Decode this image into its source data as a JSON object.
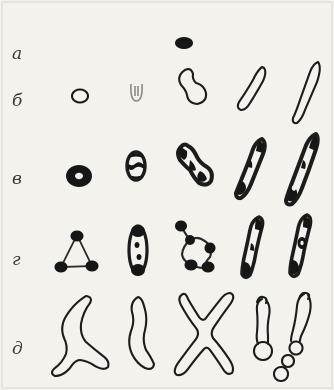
{
  "rows": [
    {
      "label": "а"
    },
    {
      "label": "б"
    },
    {
      "label": "в"
    },
    {
      "label": "г"
    },
    {
      "label": "д"
    }
  ]
}
